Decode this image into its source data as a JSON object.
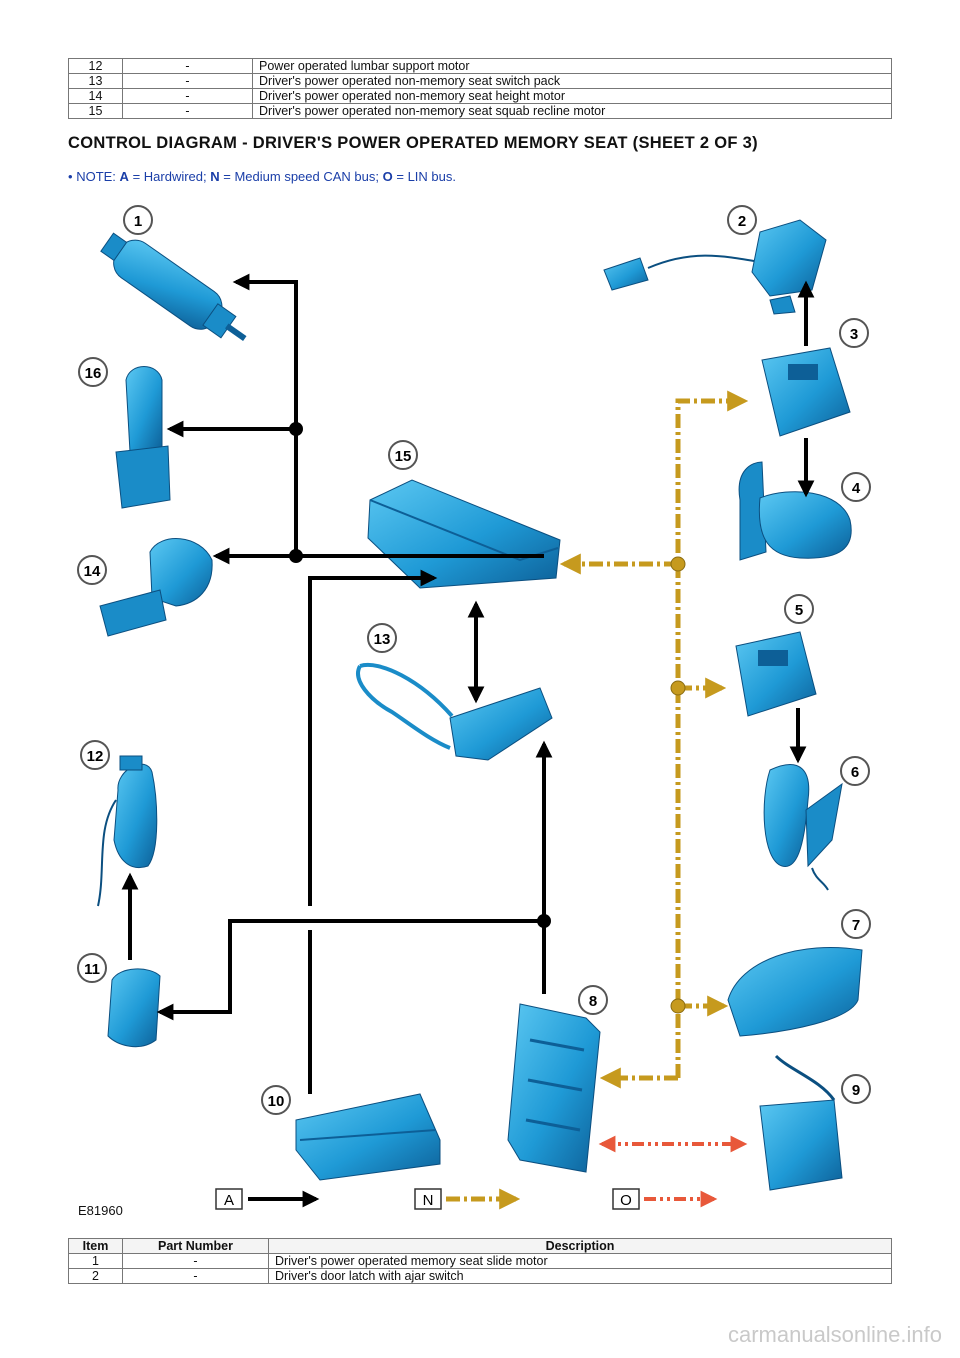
{
  "top_table": {
    "rows": [
      {
        "item": "12",
        "part": "-",
        "desc": "Power operated lumbar support motor"
      },
      {
        "item": "13",
        "part": "-",
        "desc": "Driver's power operated non-memory seat switch pack"
      },
      {
        "item": "14",
        "part": "-",
        "desc": "Driver's power operated non-memory seat height motor"
      },
      {
        "item": "15",
        "part": "-",
        "desc": "Driver's power operated non-memory seat squab recline motor"
      }
    ]
  },
  "heading": "CONTROL DIAGRAM - DRIVER'S POWER OPERATED MEMORY SEAT (SHEET 2 OF 3)",
  "note": {
    "bullet": "•",
    "prefix": "NOTE:",
    "a_key": "A",
    "a_text": "= Hardwired;",
    "n_key": "N",
    "n_text": "= Medium speed CAN bus;",
    "o_key": "O",
    "o_text": "= LIN bus."
  },
  "diagram": {
    "colors": {
      "hardwired": "#000000",
      "can": "#c69a1e",
      "lin": "#e8583a",
      "component": "#1f9ad6"
    },
    "callouts": [
      "1",
      "2",
      "3",
      "4",
      "5",
      "6",
      "7",
      "8",
      "9",
      "10",
      "11",
      "12",
      "13",
      "14",
      "15",
      "16"
    ],
    "figure_id": "E81960",
    "legend": {
      "a": "A",
      "n": "N",
      "o": "O"
    }
  },
  "bottom_table": {
    "headers": {
      "item": "Item",
      "part": "Part Number",
      "desc": "Description"
    },
    "rows": [
      {
        "item": "1",
        "part": "-",
        "desc": "Driver's power operated memory seat slide motor"
      },
      {
        "item": "2",
        "part": "-",
        "desc": "Driver's door latch with ajar switch"
      }
    ]
  },
  "watermark": "carmanualsonline.info"
}
